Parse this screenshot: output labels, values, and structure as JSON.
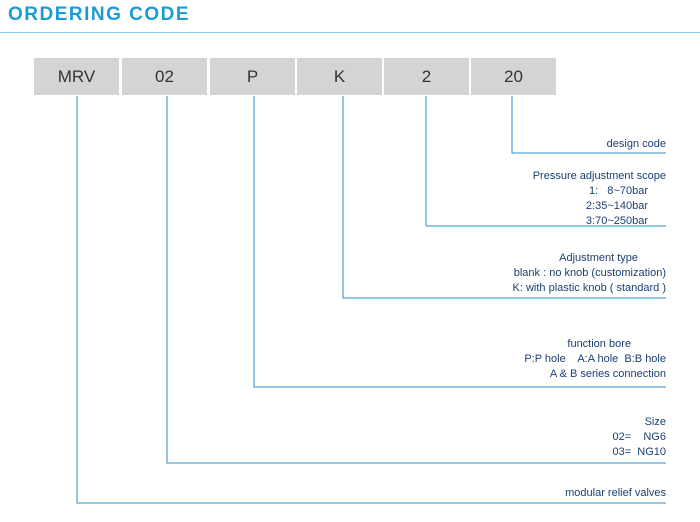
{
  "title": "ORDERING CODE",
  "colors": {
    "title": "#1a9dd4",
    "box": "#d4d4d4",
    "line": "#2a8fc4",
    "text": "#1a3f72"
  },
  "codes": [
    "MRV",
    "02",
    "P",
    "K",
    "2",
    "20"
  ],
  "descriptions": [
    {
      "code": "20",
      "lines": [
        "design code"
      ]
    },
    {
      "code": "2",
      "lines": [
        "Pressure adjustment scope",
        "1:   8~70bar",
        "2:35~140bar",
        "3:70~250bar"
      ]
    },
    {
      "code": "K",
      "lines": [
        "Adjustment type",
        "blank : no knob (customization)",
        "K: with plastic knob ( standard )"
      ]
    },
    {
      "code": "P",
      "lines": [
        "function bore",
        "P:P hole    A:A hole  B:B hole",
        "A & B series connection"
      ]
    },
    {
      "code": "02",
      "lines": [
        "Size",
        "02=    NG6",
        "03=  NG10"
      ]
    },
    {
      "code": "MRV",
      "lines": [
        "modular relief valves"
      ]
    }
  ]
}
